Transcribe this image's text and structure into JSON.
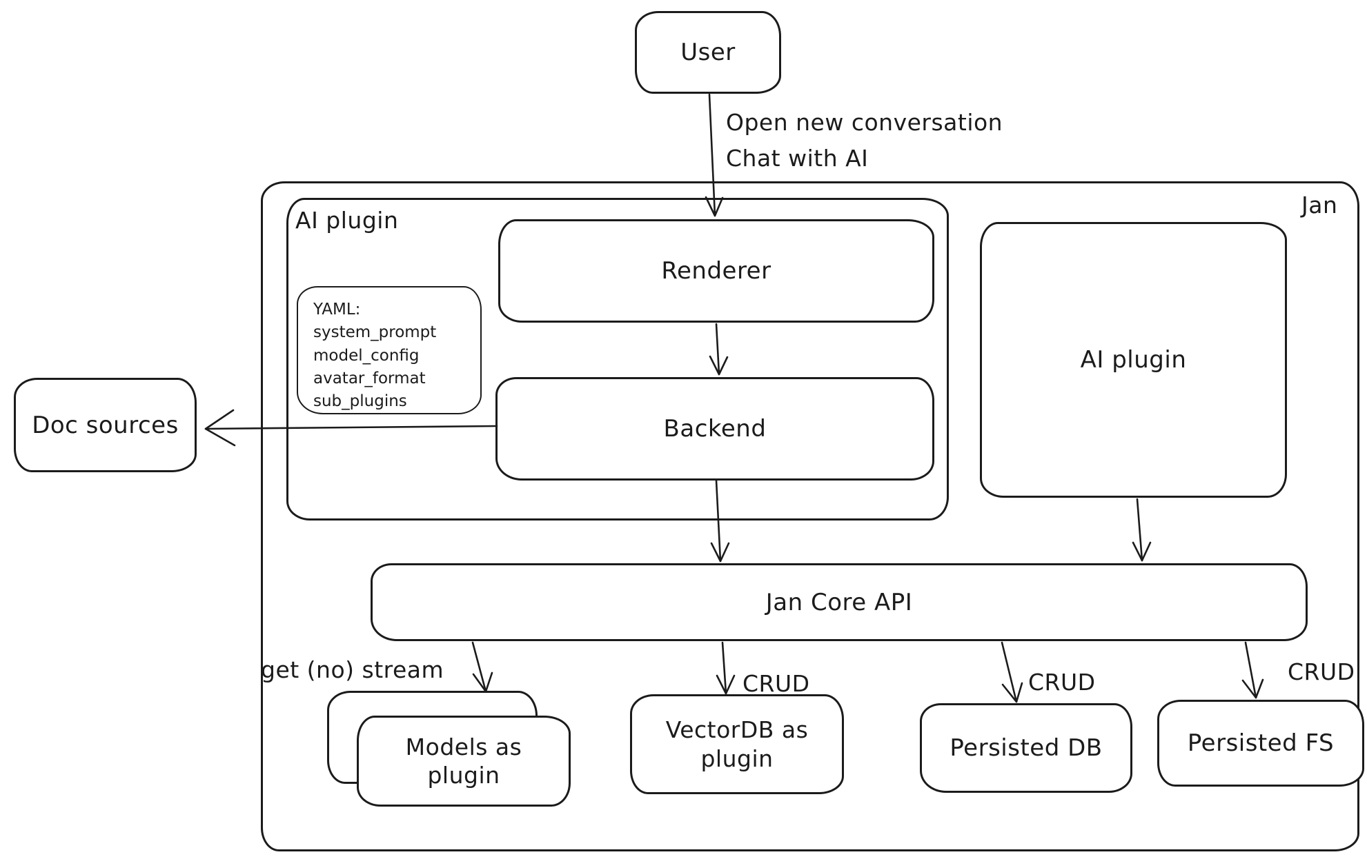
{
  "diagram": {
    "nodes": {
      "user": {
        "label": "User"
      },
      "jan_container": {
        "label": "Jan"
      },
      "ai_plugin_container": {
        "label": "AI plugin"
      },
      "yaml_note": {
        "lines": [
          "YAML:",
          "system_prompt",
          "model_config",
          "avatar_format",
          "sub_plugins"
        ]
      },
      "renderer": {
        "label": "Renderer"
      },
      "backend": {
        "label": "Backend"
      },
      "doc_sources": {
        "label": "Doc sources"
      },
      "ai_plugin_box": {
        "label": "AI plugin"
      },
      "jan_core_api": {
        "label": "Jan Core API"
      },
      "models_as_plugin": {
        "label": "Models as plugin"
      },
      "vectordb_as_plugin": {
        "label": "VectorDB as plugin"
      },
      "persisted_db": {
        "label": "Persisted DB"
      },
      "persisted_fs": {
        "label": "Persisted FS"
      }
    },
    "edge_labels": {
      "user_to_renderer_line1": "Open new conversation",
      "user_to_renderer_line2": "Chat with AI",
      "core_to_models": "get (no) stream",
      "core_to_vectordb": "CRUD",
      "core_to_persisted_db": "CRUD",
      "core_to_persisted_fs": "CRUD"
    },
    "colors": {
      "stroke": "#1b1b1b",
      "background": "#ffffff"
    }
  }
}
